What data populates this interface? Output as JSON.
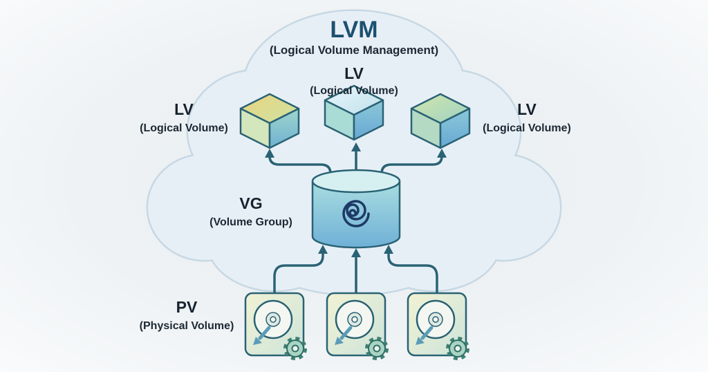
{
  "diagram": {
    "title": "LVM",
    "subtitle": "(Logical Volume Management)",
    "nodes": {
      "lv_left": {
        "abbr": "LV",
        "name": "(Logical Volume)"
      },
      "lv_center": {
        "abbr": "LV",
        "name": "(Logical Volume)"
      },
      "lv_right": {
        "abbr": "LV",
        "name": "(Logical Volume)"
      },
      "vg": {
        "abbr": "VG",
        "name": "(Volume Group)"
      },
      "pv": {
        "abbr": "PV",
        "name": "(Physical Volume)"
      }
    },
    "relations": [
      "VG feeds three LV cubes (arrows up from volume group to logical volumes)",
      "Three PV disks feed VG (arrows up from physical volumes to volume group)"
    ],
    "colors": {
      "background": "#eef2f4",
      "cloud_fill": "#e7eff6",
      "cloud_border": "#c6d8e4",
      "outline": "#2a6274",
      "arrow": "#2a6274",
      "title_text": "#1d5070",
      "label_text": "#16222e",
      "cube_top_yellow": "#e9d47f",
      "cube_top_blue": "#e9f4f9",
      "cube_top_green": "#d2e6ab",
      "cylinder_body": "#8cc6dc",
      "disk_fill": "#e9edd6",
      "gear_fill": "#a9d4c4"
    },
    "icons": {
      "cloud-icon": "cloud outline containing LVM elements",
      "cube-icon": "isometric cube (logical volume)",
      "cylinder-icon": "storage cylinder (volume group)",
      "swirl-icon": "spiral vortex emblem on cylinder",
      "disk-icon": "hard disk platter (physical volume)",
      "gear-icon": "gear on disk corner",
      "disk-arrow-icon": "small down-left arrow on disk"
    }
  }
}
